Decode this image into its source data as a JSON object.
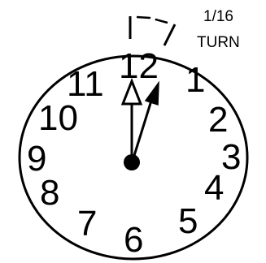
{
  "caption": {
    "line1": "1/16",
    "line2": "TURN"
  },
  "clock": {
    "numerals": [
      "12",
      "1",
      "2",
      "3",
      "4",
      "5",
      "6",
      "7",
      "8",
      "9",
      "10",
      "11"
    ],
    "hand_style": {
      "hour_hand": "hollow-arrow",
      "minute_hand": "solid-arrow"
    },
    "turn_fraction": "1/16",
    "colors": {
      "stroke": "#000000",
      "background": "#ffffff"
    }
  }
}
